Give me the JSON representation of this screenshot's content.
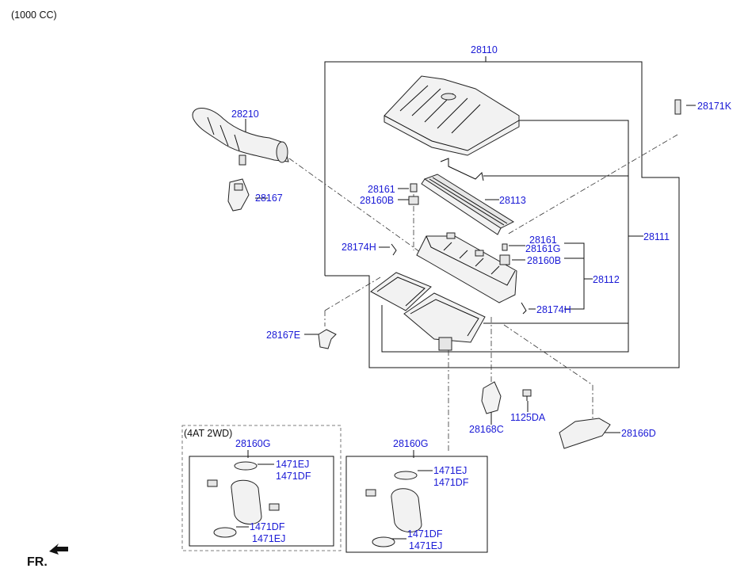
{
  "header": {
    "engine_label": "(1000 CC)"
  },
  "orientation": {
    "front_label": "FR."
  },
  "groups": {
    "variant_box_label": "(4AT 2WD)",
    "left_group_part": "28160G",
    "right_group_part": "28160G"
  },
  "parts": {
    "p28110": "28110",
    "p28171K": "28171K",
    "p28210": "28210",
    "p28167": "28167",
    "p28161_a": "28161",
    "p28160B_a": "28160B",
    "p28113": "28113",
    "p28174H_a": "28174H",
    "p28111": "28111",
    "p28161_b": "28161",
    "p28161G": "28161G",
    "p28160B_b": "28160B",
    "p28112": "28112",
    "p28174H_b": "28174H",
    "p28167E": "28167E",
    "p28168C": "28168C",
    "p1125DA": "1125DA",
    "p28166D": "28166D",
    "l1471EJ_top": "1471EJ",
    "l1471DF_top": "1471DF",
    "l1471DF_bot": "1471DF",
    "l1471EJ_bot": "1471EJ",
    "r1471EJ_top": "1471EJ",
    "r1471DF_top": "1471DF",
    "r1471DF_bot": "1471DF",
    "r1471EJ_bot": "1471EJ"
  },
  "colors": {
    "part_number": "#1a1ad6",
    "text": "#111111"
  }
}
